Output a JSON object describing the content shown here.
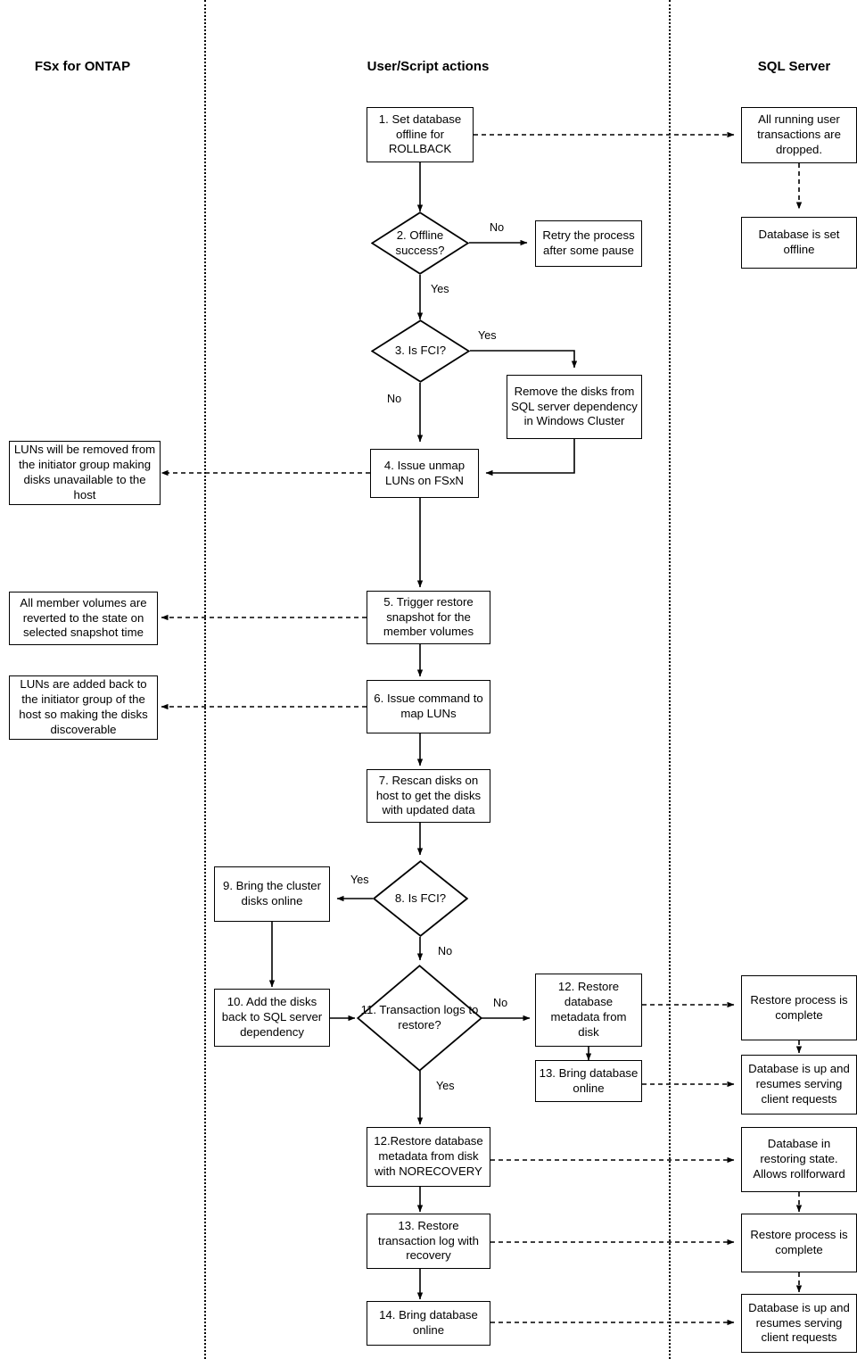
{
  "diagram": {
    "title": "SQL Server restore workflow across FSx for ONTAP, user scripts and SQL Server",
    "type": "flowchart",
    "lanes": [
      {
        "id": "fsx",
        "label": "FSx for ONTAP"
      },
      {
        "id": "user",
        "label": "User/Script actions"
      },
      {
        "id": "sql",
        "label": "SQL Server"
      }
    ],
    "nodes": {
      "n1": {
        "label": "1. Set database offline for ROLLBACK",
        "lane": "user",
        "shape": "process"
      },
      "d2": {
        "label": "2. Offline success?",
        "lane": "user",
        "shape": "decision"
      },
      "retry": {
        "label": "Retry the process after some pause",
        "lane": "user",
        "shape": "process"
      },
      "d3": {
        "label": "3. Is FCI?",
        "lane": "user",
        "shape": "decision"
      },
      "remove_disks": {
        "label": "Remove the disks from SQL server dependency in Windows Cluster",
        "lane": "user",
        "shape": "process"
      },
      "n4": {
        "label": "4. Issue unmap LUNs on FSxN",
        "lane": "user",
        "shape": "process"
      },
      "n5": {
        "label": "5. Trigger restore snapshot for the member volumes",
        "lane": "user",
        "shape": "process"
      },
      "n6": {
        "label": "6. Issue command to map LUNs",
        "lane": "user",
        "shape": "process"
      },
      "n7": {
        "label": "7. Rescan disks on host to get the disks with updated data",
        "lane": "user",
        "shape": "process"
      },
      "d8": {
        "label": "8. Is FCI?",
        "lane": "user",
        "shape": "decision"
      },
      "n9": {
        "label": "9. Bring the cluster disks online",
        "lane": "fsx",
        "shape": "process"
      },
      "n10": {
        "label": "10. Add the disks back to SQL server dependency",
        "lane": "fsx",
        "shape": "process"
      },
      "d11": {
        "label": "11. Transaction logs to restore?",
        "lane": "user",
        "shape": "decision"
      },
      "n12a": {
        "label": "12. Restore database metadata from disk",
        "lane": "user",
        "shape": "process"
      },
      "n13a": {
        "label": "13. Bring database online",
        "lane": "user",
        "shape": "process"
      },
      "n12b": {
        "label": "12.Restore database metadata from disk with NORECOVERY",
        "lane": "user",
        "shape": "process"
      },
      "n13b": {
        "label": "13. Restore transaction log with recovery",
        "lane": "user",
        "shape": "process"
      },
      "n14": {
        "label": "14. Bring database online",
        "lane": "user",
        "shape": "process"
      },
      "fsx1": {
        "label": "LUNs will be removed from the initiator group making disks unavailable to the host",
        "lane": "fsx",
        "shape": "process"
      },
      "fsx2": {
        "label": "All member volumes are reverted to the state on selected snapshot time",
        "lane": "fsx",
        "shape": "process"
      },
      "fsx3": {
        "label": "LUNs are added back to the initiator group of the host so making the disks discoverable",
        "lane": "fsx",
        "shape": "process"
      },
      "sql1": {
        "label": "All running user transactions are dropped.",
        "lane": "sql",
        "shape": "process"
      },
      "sql2": {
        "label": "Database is set offline",
        "lane": "sql",
        "shape": "process"
      },
      "sql3": {
        "label": "Restore process is complete",
        "lane": "sql",
        "shape": "process"
      },
      "sql4": {
        "label": "Database is up and resumes serving client requests",
        "lane": "sql",
        "shape": "process"
      },
      "sql5": {
        "label": "Database in restoring state. Allows rollforward",
        "lane": "sql",
        "shape": "process"
      },
      "sql6": {
        "label": "Restore process is complete",
        "lane": "sql",
        "shape": "process"
      },
      "sql7": {
        "label": "Database is up and resumes serving client requests",
        "lane": "sql",
        "shape": "process"
      }
    },
    "edge_labels": {
      "d2_no": "No",
      "d2_yes": "Yes",
      "d3_yes": "Yes",
      "d3_no": "No",
      "d8_yes": "Yes",
      "d8_no": "No",
      "d11_no": "No",
      "d11_yes": "Yes"
    },
    "colors": {
      "stroke": "#000000",
      "fill": "#ffffff",
      "text": "#000000"
    }
  }
}
